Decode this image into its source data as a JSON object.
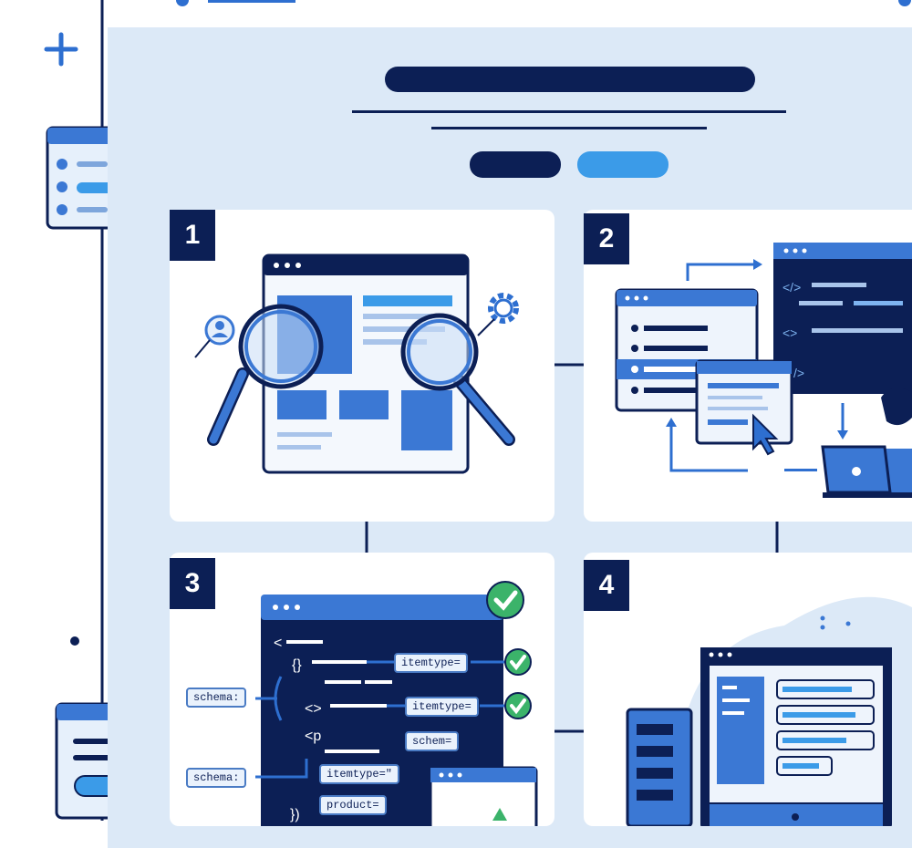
{
  "steps": [
    {
      "number": "1"
    },
    {
      "number": "2"
    },
    {
      "number": "3"
    },
    {
      "number": "4"
    }
  ],
  "code_tags": {
    "schema_1": "schema:",
    "schema_2": "schema:",
    "itemtype_1": "itemtype=",
    "itemtype_2": "itemtype=",
    "schem": "schem=",
    "itemtype_3": "itemtype=\"",
    "product": "product="
  },
  "code_tokens": {
    "open_tag": "</>",
    "bracket_1": "<",
    "bracket_2": "<>",
    "braces": "{}",
    "p_tag": "<p",
    "close": "})"
  },
  "colors": {
    "navy": "#0c1f55",
    "blue": "#2e6fd0",
    "light_blue": "#3b9be8",
    "panel": "#dce9f7",
    "check_green": "#3bb36a"
  }
}
